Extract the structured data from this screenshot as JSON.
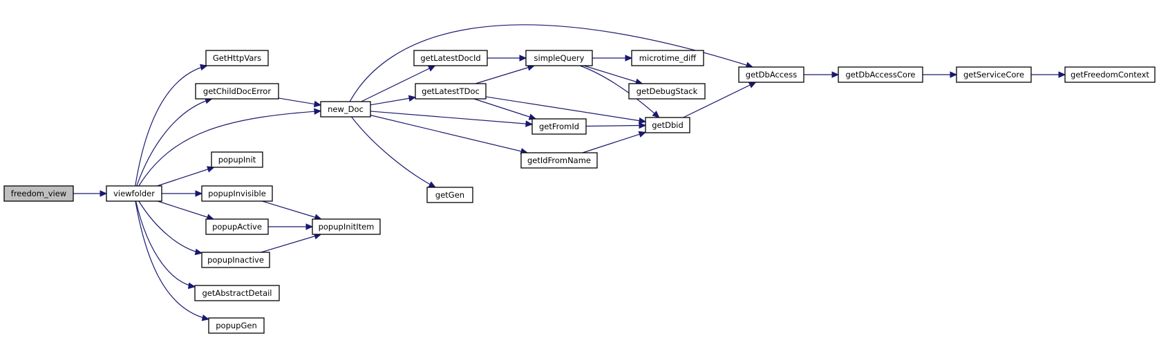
{
  "graph": {
    "nodes": [
      {
        "id": "freedom_view",
        "label": "freedom_view"
      },
      {
        "id": "viewfolder",
        "label": "viewfolder"
      },
      {
        "id": "GetHttpVars",
        "label": "GetHttpVars"
      },
      {
        "id": "getChildDocError",
        "label": "getChildDocError"
      },
      {
        "id": "new_Doc",
        "label": "new_Doc"
      },
      {
        "id": "popupInit",
        "label": "popupInit"
      },
      {
        "id": "popupInvisible",
        "label": "popupInvisible"
      },
      {
        "id": "popupActive",
        "label": "popupActive"
      },
      {
        "id": "popupInitItem",
        "label": "popupInitItem"
      },
      {
        "id": "popupInactive",
        "label": "popupInactive"
      },
      {
        "id": "getAbstractDetail",
        "label": "getAbstractDetail"
      },
      {
        "id": "popupGen",
        "label": "popupGen"
      },
      {
        "id": "getLatestDocId",
        "label": "getLatestDocId"
      },
      {
        "id": "getLatestTDoc",
        "label": "getLatestTDoc"
      },
      {
        "id": "getGen",
        "label": "getGen"
      },
      {
        "id": "simpleQuery",
        "label": "simpleQuery"
      },
      {
        "id": "getFromId",
        "label": "getFromId"
      },
      {
        "id": "getIdFromName",
        "label": "getIdFromName"
      },
      {
        "id": "microtime_diff",
        "label": "microtime_diff"
      },
      {
        "id": "getDebugStack",
        "label": "getDebugStack"
      },
      {
        "id": "getDbid",
        "label": "getDbid"
      },
      {
        "id": "getDbAccess",
        "label": "getDbAccess"
      },
      {
        "id": "getDbAccessCore",
        "label": "getDbAccessCore"
      },
      {
        "id": "getServiceCore",
        "label": "getServiceCore"
      },
      {
        "id": "getFreedomContext",
        "label": "getFreedomContext"
      }
    ],
    "edges": [
      {
        "from": "freedom_view",
        "to": "viewfolder"
      },
      {
        "from": "viewfolder",
        "to": "GetHttpVars"
      },
      {
        "from": "viewfolder",
        "to": "getChildDocError"
      },
      {
        "from": "viewfolder",
        "to": "new_Doc"
      },
      {
        "from": "viewfolder",
        "to": "popupInit"
      },
      {
        "from": "viewfolder",
        "to": "popupInvisible"
      },
      {
        "from": "viewfolder",
        "to": "popupActive"
      },
      {
        "from": "viewfolder",
        "to": "popupInactive"
      },
      {
        "from": "viewfolder",
        "to": "getAbstractDetail"
      },
      {
        "from": "viewfolder",
        "to": "popupGen"
      },
      {
        "from": "getChildDocError",
        "to": "new_Doc"
      },
      {
        "from": "popupInvisible",
        "to": "popupInitItem"
      },
      {
        "from": "popupActive",
        "to": "popupInitItem"
      },
      {
        "from": "popupInactive",
        "to": "popupInitItem"
      },
      {
        "from": "new_Doc",
        "to": "getDbAccess"
      },
      {
        "from": "new_Doc",
        "to": "getLatestDocId"
      },
      {
        "from": "new_Doc",
        "to": "getLatestTDoc"
      },
      {
        "from": "new_Doc",
        "to": "getFromId"
      },
      {
        "from": "new_Doc",
        "to": "getIdFromName"
      },
      {
        "from": "new_Doc",
        "to": "getGen"
      },
      {
        "from": "getLatestDocId",
        "to": "simpleQuery"
      },
      {
        "from": "getLatestTDoc",
        "to": "simpleQuery"
      },
      {
        "from": "getLatestTDoc",
        "to": "getFromId"
      },
      {
        "from": "getLatestTDoc",
        "to": "getDbid"
      },
      {
        "from": "simpleQuery",
        "to": "microtime_diff"
      },
      {
        "from": "simpleQuery",
        "to": "getDebugStack"
      },
      {
        "from": "simpleQuery",
        "to": "getDbid"
      },
      {
        "from": "getFromId",
        "to": "getDbid"
      },
      {
        "from": "getIdFromName",
        "to": "getDbid"
      },
      {
        "from": "getDbid",
        "to": "getDbAccess"
      },
      {
        "from": "getDbAccess",
        "to": "getDbAccessCore"
      },
      {
        "from": "getDbAccessCore",
        "to": "getServiceCore"
      },
      {
        "from": "getServiceCore",
        "to": "getFreedomContext"
      }
    ]
  }
}
